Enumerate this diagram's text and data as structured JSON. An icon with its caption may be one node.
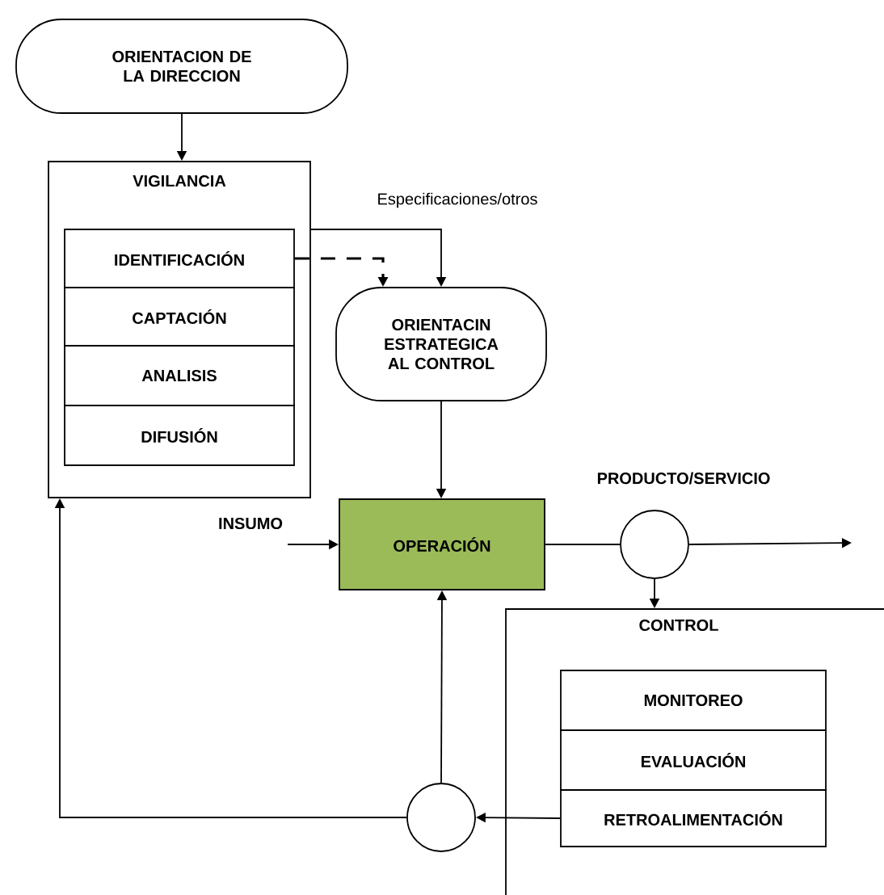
{
  "diagram": {
    "nodes": [
      {
        "text": [
          "ORIENTACION DE LA DIRECCION"
        ]
      },
      {
        "text": [
          "VIGILANCIA"
        ]
      },
      {
        "text": [
          "IDENTIFICACIÓN"
        ],
        "in": 1
      },
      {
        "text": [
          "CAPTACIÓN"
        ],
        "in": 1
      },
      {
        "text": [
          "ANALISIS"
        ],
        "in": 1
      },
      {
        "text": [
          "DIFUSIÓN"
        ],
        "in": 1
      },
      {
        "text": [
          "ORIENTACIN ESTRATEGICA AL CONTROL"
        ]
      },
      {
        "text": [
          "OPERACIÓN"
        ]
      },
      {
        "text": [],
        "shape": "circle"
      },
      {
        "text": [
          "CONTROL"
        ]
      },
      {
        "text": [
          "MONITOREO"
        ],
        "in": 9
      },
      {
        "text": [
          "EVALUACIÓN"
        ],
        "in": 9
      },
      {
        "text": [
          "RETROALIMENTACIÓN"
        ],
        "in": 9
      },
      {
        "text": [],
        "shape": "circle"
      }
    ],
    "edges": [
      {
        "from": 0,
        "to": 1,
        "arrow": "to"
      },
      {
        "from": 1,
        "to": 6,
        "arrow": "to",
        "label": "Especificaciones/otros"
      },
      {
        "from": 2,
        "to": 6,
        "arrow": "to",
        "style": "dashed"
      },
      {
        "from": 6,
        "to": 7,
        "arrow": "to"
      },
      {
        "from": null,
        "to": 7,
        "arrow": "to",
        "label": "INSUMO"
      },
      {
        "from": 7,
        "to": 8,
        "arrow": "none"
      },
      {
        "from": 8,
        "to": null,
        "arrow": "to",
        "label": "PRODUCTO/SERVICIO"
      },
      {
        "from": 8,
        "to": 9,
        "arrow": "to"
      },
      {
        "from": 12,
        "to": 13,
        "arrow": "to"
      },
      {
        "from": 13,
        "to": 7,
        "arrow": "to"
      },
      {
        "from": 13,
        "to": 1,
        "arrow": "to"
      }
    ]
  }
}
